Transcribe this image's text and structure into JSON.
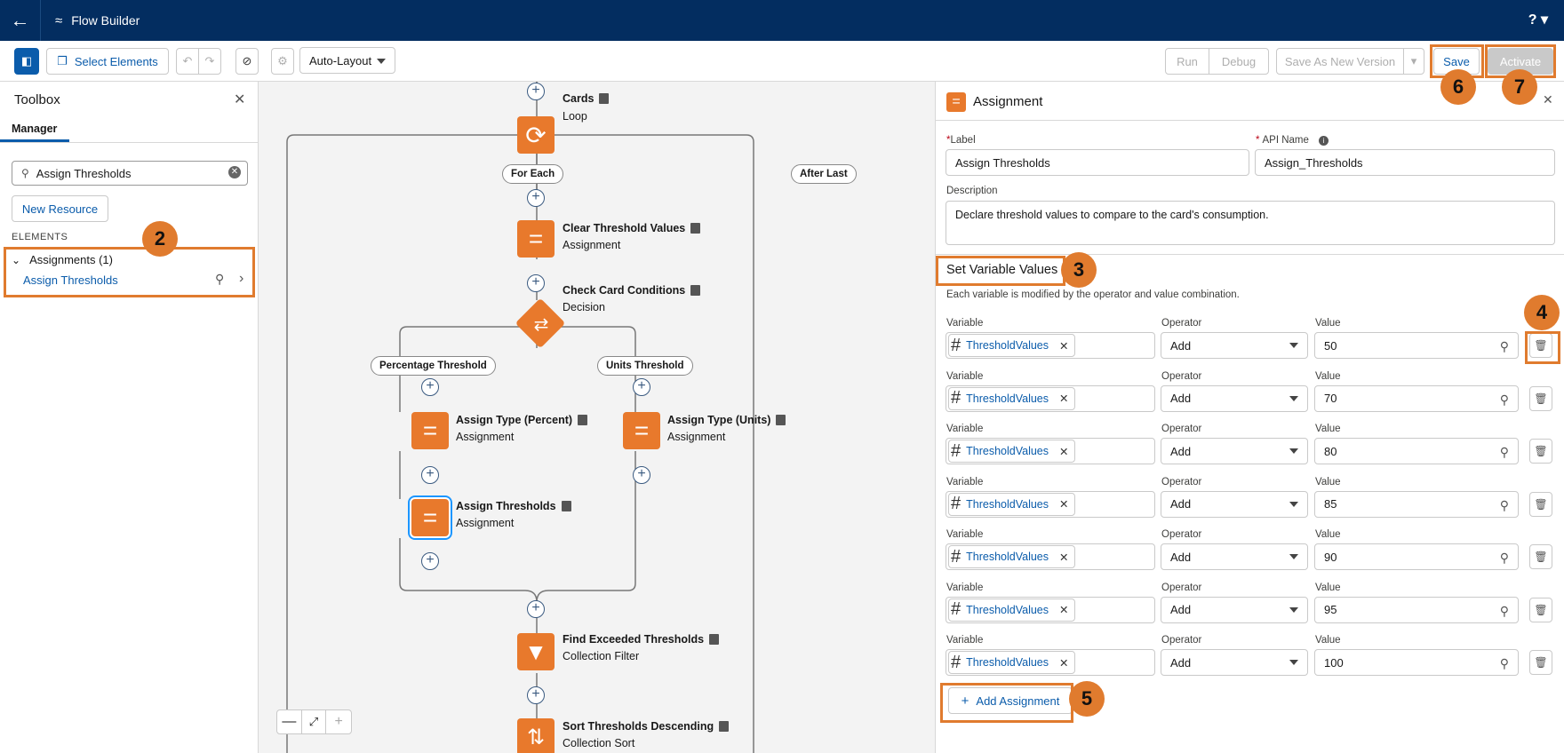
{
  "app": {
    "title": "Flow Builder",
    "help": "?"
  },
  "toolbar": {
    "select_elements": "Select Elements",
    "layout": "Auto-Layout",
    "run": "Run",
    "debug": "Debug",
    "save_as_new": "Save As New Version",
    "save": "Save",
    "activate": "Activate"
  },
  "toolbox": {
    "title": "Toolbox",
    "tab": "Manager",
    "search_value": "Assign Thresholds",
    "new_resource": "New Resource",
    "section": "ELEMENTS",
    "group": "Assignments (1)",
    "item": "Assign Thresholds"
  },
  "canvas": {
    "nodes": {
      "cards": {
        "title": "Cards",
        "sub": "Loop"
      },
      "clear": {
        "title": "Clear Threshold Values",
        "sub": "Assignment"
      },
      "check": {
        "title": "Check Card Conditions",
        "sub": "Decision"
      },
      "type_pct": {
        "title": "Assign Type (Percent)",
        "sub": "Assignment"
      },
      "type_units": {
        "title": "Assign Type (Units)",
        "sub": "Assignment"
      },
      "assign": {
        "title": "Assign Thresholds",
        "sub": "Assignment"
      },
      "find": {
        "title": "Find Exceeded Thresholds",
        "sub": "Collection Filter"
      },
      "sort": {
        "title": "Sort Thresholds Descending",
        "sub": "Collection Sort"
      }
    },
    "pills": {
      "for_each": "For Each",
      "after_last": "After Last",
      "pct": "Percentage Threshold",
      "units": "Units Threshold"
    }
  },
  "panel": {
    "title": "Assignment",
    "label_label": "Label",
    "label_value": "Assign Thresholds",
    "api_label": "API Name",
    "api_value": "Assign_Thresholds",
    "desc_label": "Description",
    "desc_value": "Declare threshold values to compare to the card's consumption.",
    "section_title": "Set Variable Values",
    "section_help": "Each variable is modified by the operator and value combination.",
    "col_variable": "Variable",
    "col_operator": "Operator",
    "col_value": "Value",
    "rows": [
      {
        "variable": "ThresholdValues",
        "operator": "Add",
        "value": "50"
      },
      {
        "variable": "ThresholdValues",
        "operator": "Add",
        "value": "70"
      },
      {
        "variable": "ThresholdValues",
        "operator": "Add",
        "value": "80"
      },
      {
        "variable": "ThresholdValues",
        "operator": "Add",
        "value": "85"
      },
      {
        "variable": "ThresholdValues",
        "operator": "Add",
        "value": "90"
      },
      {
        "variable": "ThresholdValues",
        "operator": "Add",
        "value": "95"
      },
      {
        "variable": "ThresholdValues",
        "operator": "Add",
        "value": "100"
      }
    ],
    "add_assignment": "Add Assignment"
  },
  "badges": [
    "2",
    "3",
    "4",
    "5",
    "6",
    "7"
  ],
  "colors": {
    "accent": "#e07b2e",
    "node": "#e8792c",
    "brand": "#0b5cab",
    "header": "#032d60"
  }
}
